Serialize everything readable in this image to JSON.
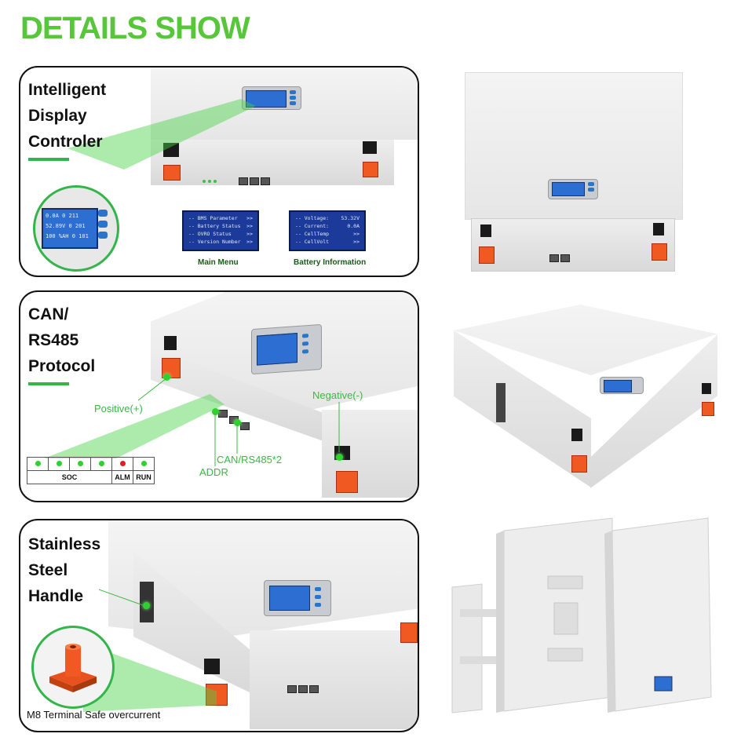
{
  "title": "DETAILS SHOW",
  "panel1": {
    "heading": [
      "Intelligent",
      "Display",
      "Controler"
    ],
    "lcd_zoom_lines": [
      "0.0A  0  211",
      "52.89V  0  201",
      "100 %AH  0  101"
    ],
    "main_menu": {
      "items": [
        "-- BMS Parameter",
        "-- Battery Status",
        "-- OVRO Status",
        "-- Version Number"
      ],
      "arrows": [
        ">>",
        ">>",
        ">>",
        ">>"
      ],
      "caption": "Main Menu"
    },
    "battery_info": {
      "items": [
        "-- Voltage:",
        "-- Current:",
        "-- CellTemp",
        "-- CellVolt"
      ],
      "values": [
        "53.32V",
        "0.0A",
        ">>",
        ">>"
      ],
      "caption": "Battery Information"
    }
  },
  "panel2": {
    "heading": [
      "CAN/",
      "RS485",
      "Protocol"
    ],
    "labels": {
      "positive": "Positive(+)",
      "negative": "Negative(-)",
      "can": "CAN/RS485*2",
      "addr": "ADDR"
    },
    "indicator_table": {
      "headers": [
        "SOC",
        "ALM",
        "RUN"
      ],
      "soc_colors": [
        "#2fd12f",
        "#2fd12f",
        "#2fd12f",
        "#2fd12f"
      ],
      "alm_color": "#e02020",
      "run_color": "#2fd12f"
    }
  },
  "panel3": {
    "heading": [
      "Stainless",
      "Steel",
      "Handle"
    ],
    "terminal_caption": "M8 Terminal Safe overcurrent"
  },
  "colors": {
    "accent_green": "#58c63a",
    "terminal_orange": "#f05a22",
    "lcd_blue": "#2c6ed2"
  }
}
